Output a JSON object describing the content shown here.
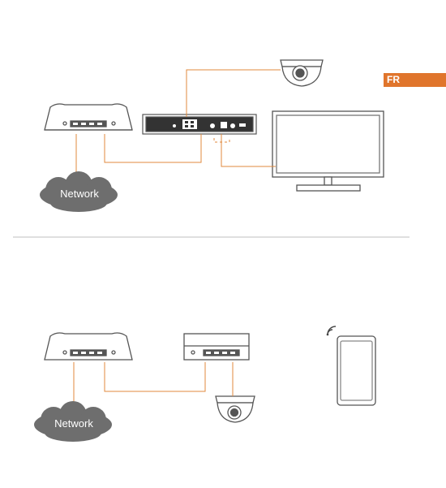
{
  "language_tab": {
    "label": "FR",
    "color": "#e0752c"
  },
  "top_diagram": {
    "network_label": "Network"
  },
  "bottom_diagram": {
    "network_label": "Network"
  },
  "colors": {
    "cable": "#e08a3c",
    "device": "#555555",
    "cloud": "#6e6e6e"
  }
}
